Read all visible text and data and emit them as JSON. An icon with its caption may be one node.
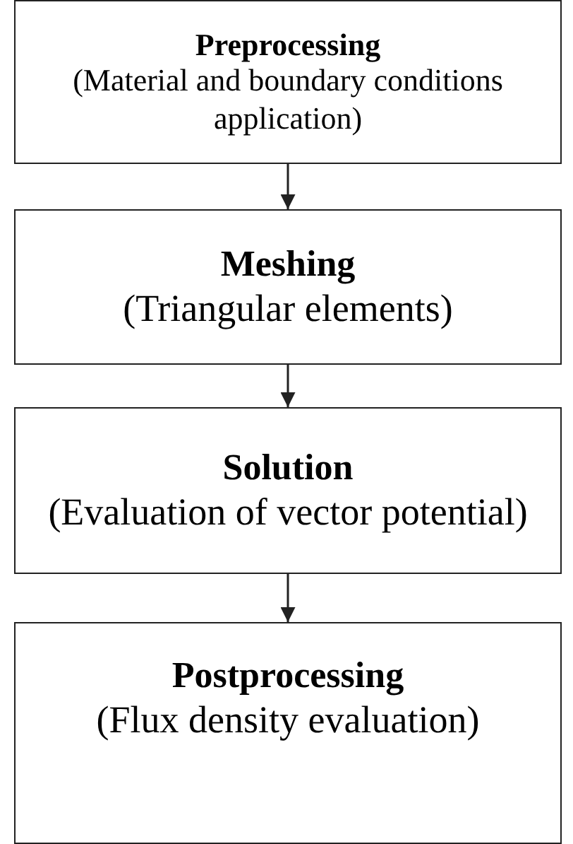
{
  "diagram": {
    "nodes": [
      {
        "text": [
          "Preprocessing",
          "(Material and boundary conditions application)"
        ]
      },
      {
        "text": [
          "Meshing",
          "(Triangular elements)"
        ]
      },
      {
        "text": [
          "Solution",
          "(Evaluation of vector potential)"
        ]
      },
      {
        "text": [
          "Postprocessing",
          "(Flux density evaluation)"
        ]
      }
    ],
    "edges": [
      {
        "from": 0,
        "to": 1,
        "arrow": "to"
      },
      {
        "from": 1,
        "to": 2,
        "arrow": "to"
      },
      {
        "from": 2,
        "to": 3,
        "arrow": "to"
      }
    ]
  }
}
